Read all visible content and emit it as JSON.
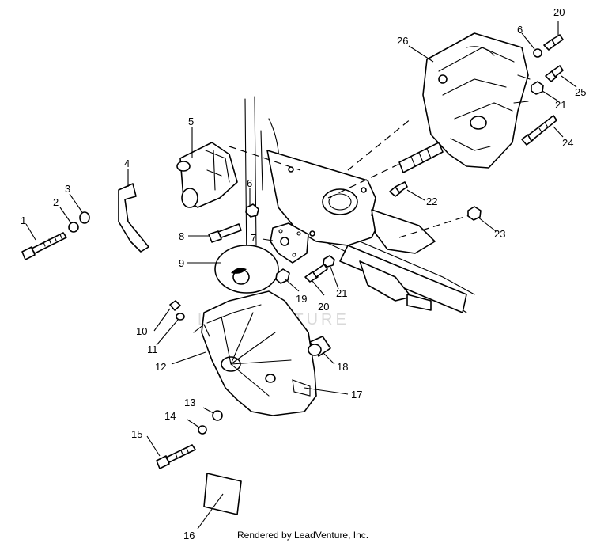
{
  "watermark": "LEADVENTURE",
  "credit": "Rendered by LeadVenture, Inc.",
  "callouts": {
    "c1": "1",
    "c2": "2",
    "c3": "3",
    "c4": "4",
    "c5": "5",
    "c6a": "6",
    "c6b": "6",
    "c7": "7",
    "c8": "8",
    "c9": "9",
    "c10": "10",
    "c11": "11",
    "c12": "12",
    "c13": "13",
    "c14": "14",
    "c15": "15",
    "c16": "16",
    "c17": "17",
    "c18": "18",
    "c19": "19",
    "c20a": "20",
    "c20b": "20",
    "c21a": "21",
    "c21b": "21",
    "c22": "22",
    "c23": "23",
    "c24": "24",
    "c25": "25",
    "c26": "26"
  }
}
